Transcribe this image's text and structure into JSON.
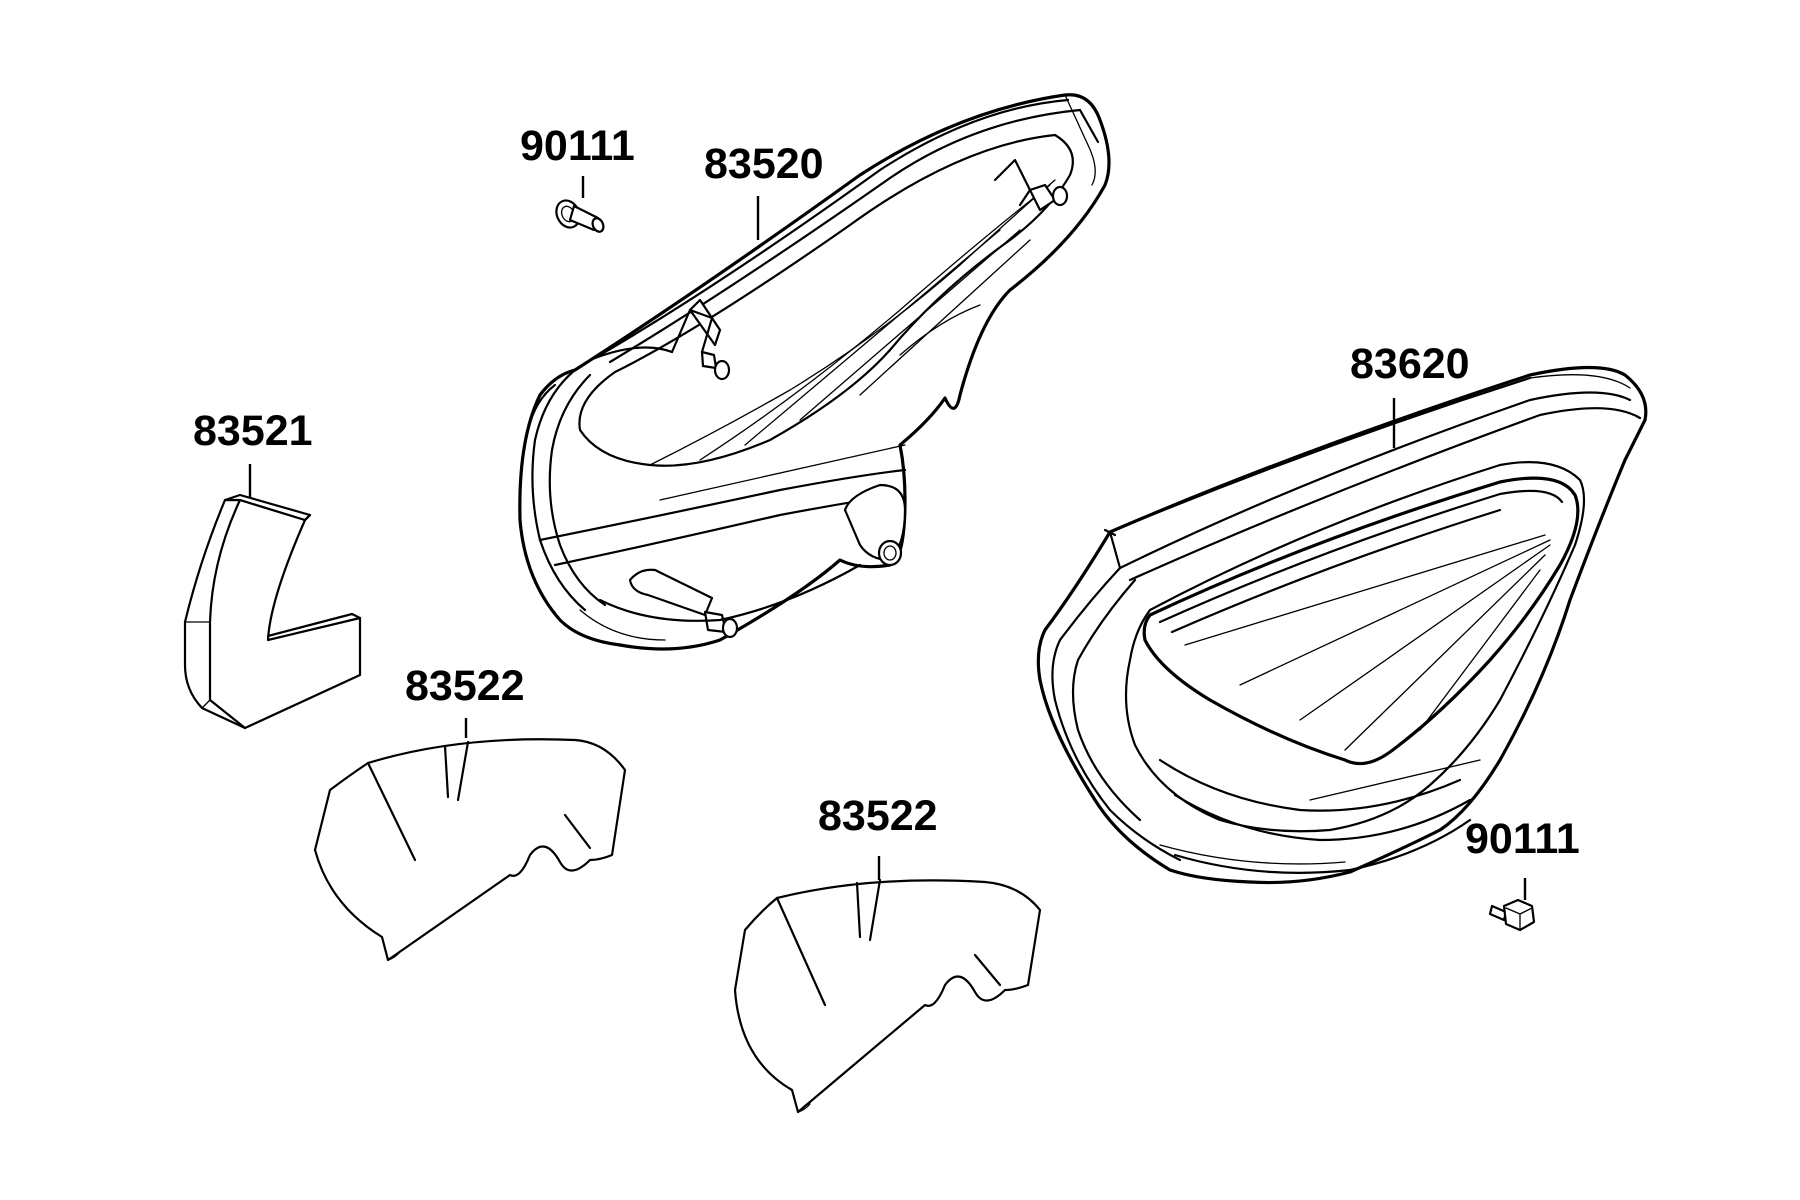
{
  "diagram": {
    "labels": {
      "bolt_upper": "90111",
      "cover_left": "83520",
      "cover_right": "83620",
      "pad": "83521",
      "insulator_left": "83522",
      "insulator_right": "83522",
      "bolt_lower": "90111"
    }
  }
}
